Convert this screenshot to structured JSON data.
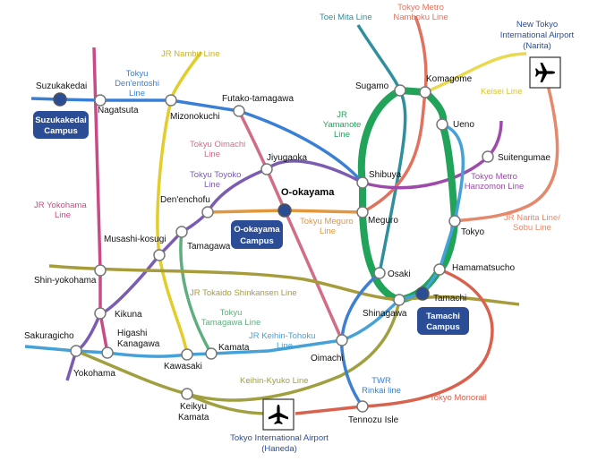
{
  "colors": {
    "toei_mita": "#2f8f9d",
    "namboku": "#e0735f",
    "yamanote": "#21a35a",
    "nambu": "#e2cd2c",
    "denentoshi": "#3a7fd6",
    "oimachi": "#d16d86",
    "toyoko": "#7a5cb2",
    "meguro": "#e0973d",
    "yokohama": "#c94b86",
    "shinkansen": "#a69c3c",
    "tamagawa": "#5fae7f",
    "keihin_tohoku": "#45a1d8",
    "keikyu": "#a0a040",
    "hanzomon": "#9d4aab",
    "keisei": "#e9d94f",
    "narita": "#e4896b",
    "rinkai": "#3d7fd0",
    "monorail": "#d9624f",
    "campus": "#2a4d96"
  },
  "lines": {
    "toei_mita": "Toei Mita Line",
    "namboku": [
      "Tokyo Metro",
      "Namboku Line"
    ],
    "yamanote": [
      "JR",
      "Yamanote",
      "Line"
    ],
    "nambu": "JR Nambu Line",
    "denentoshi": [
      "Tokyu",
      "Den'entoshi",
      "Line"
    ],
    "oimachi": [
      "Tokyu Oimachi",
      "Line"
    ],
    "toyoko": [
      "Tokyu Toyoko",
      "Line"
    ],
    "meguro": [
      "Tokyu Meguro",
      "Line"
    ],
    "yokohama": [
      "JR Yokohama",
      "Line"
    ],
    "shinkansen": "JR Tokaido Shinkansen Line",
    "tamagawa": [
      "Tokyu",
      "Tamagawa Line"
    ],
    "keihin_tohoku": [
      "JR Keihin-Tohoku",
      "Line"
    ],
    "keikyu": "Keihin-Kyuko Line",
    "hanzomon": [
      "Tokyo Metro",
      "Hanzomon Line"
    ],
    "keisei": "Keisei Line",
    "narita": [
      "JR Narita Line/",
      "Sobu Line"
    ],
    "rinkai": [
      "TWR",
      "Rinkai line"
    ],
    "monorail": "Tokyo Monorail"
  },
  "stations": {
    "suzukakedai": "Suzukakedai",
    "nagatsuta": "Nagatsuta",
    "mizonokuchi": "Mizonokuchi",
    "futako": "Futako-tamagawa",
    "jiyugaoka": "Jiyugaoka",
    "denenchofu": "Den'enchofu",
    "okayama": "O-okayama",
    "musashi": "Musashi-kosugi",
    "tamagawa": "Tamagawa",
    "shinyokohama": "Shin-yokohama",
    "kikuna": "Kikuna",
    "sakuragicho": "Sakuragicho",
    "higashi": [
      "Higashi",
      "Kanagawa"
    ],
    "yokohama": "Yokohama",
    "kawasaki": "Kawasaki",
    "kamata": "Kamata",
    "keikyu_kamata": [
      "Keikyu",
      "Kamata"
    ],
    "oimachi": "Oimachi",
    "sugamo": "Sugamo",
    "komagome": "Komagome",
    "ueno": "Ueno",
    "shibuya": "Shibuya",
    "meguro": "Meguro",
    "tokyo": "Tokyo",
    "suitengumae": "Suitengumae",
    "osaki": "Osaki",
    "shinagawa": "Shinagawa",
    "tamachi": "Tamachi",
    "hamamatsucho": "Hamamatsucho",
    "tennozu": "Tennozu Isle"
  },
  "campuses": {
    "suzukakedai": [
      "Suzukakedai",
      "Campus"
    ],
    "okayama": [
      "O-okayama",
      "Campus"
    ],
    "tamachi": [
      "Tamachi",
      "Campus"
    ]
  },
  "airports": {
    "narita": [
      "New Tokyo",
      "International Airport",
      "(Narita)"
    ],
    "haneda": [
      "Tokyo International Airport",
      "(Haneda)"
    ]
  },
  "icons": {
    "airplane": "airplane-icon",
    "station": "station-circle-icon",
    "campus_station": "campus-station-icon"
  }
}
